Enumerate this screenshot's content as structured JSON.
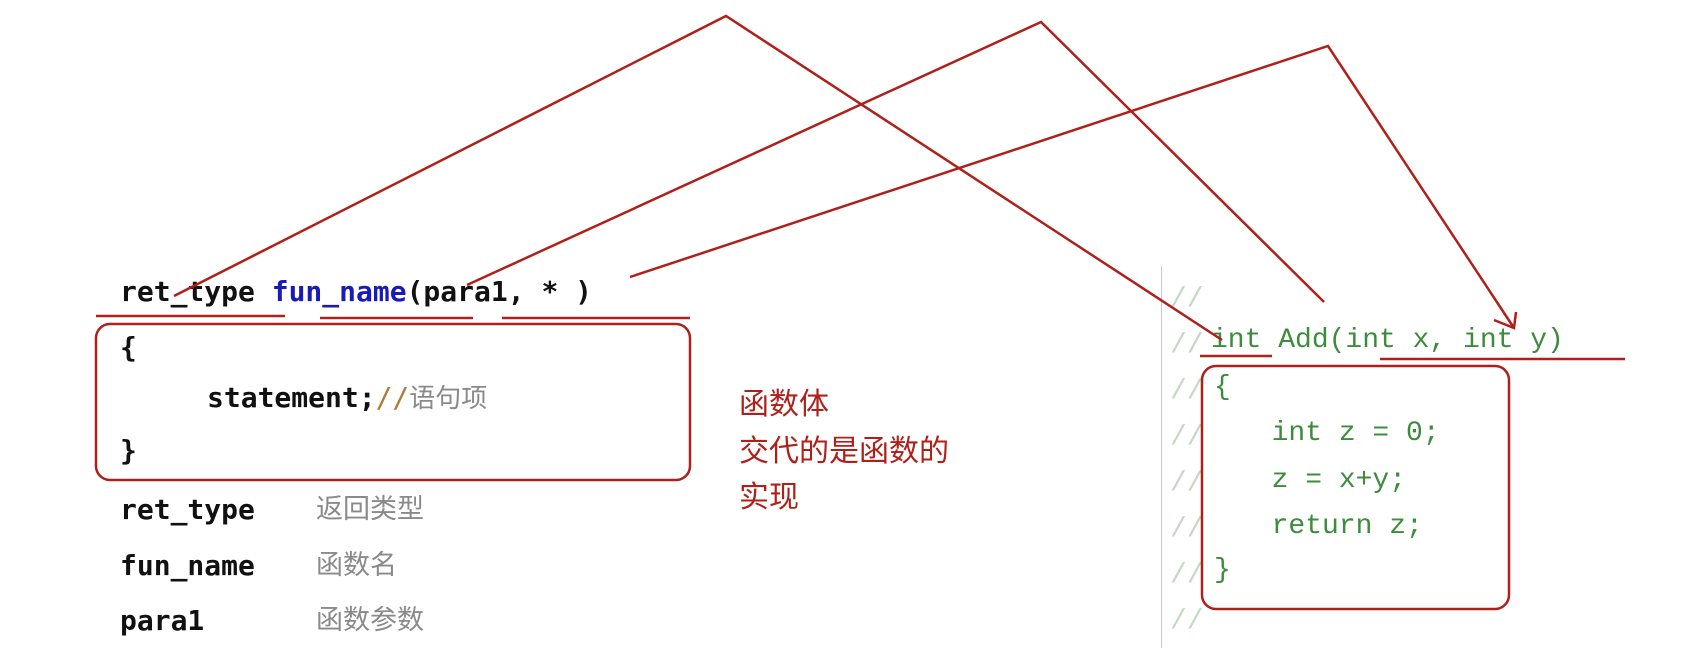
{
  "left": {
    "signature": {
      "ret_type": "ret_type",
      "fun_name": "fun_name",
      "params": "(para1, * )"
    },
    "open_brace": "{",
    "statement": "statement;",
    "comment_slashes": "//",
    "comment_text": "语句项",
    "close_brace": "}",
    "legend": [
      {
        "term": "ret_type",
        "meaning": "返回类型"
      },
      {
        "term": "fun_name",
        "meaning": "函数名"
      },
      {
        "term": "para1",
        "meaning": "函数参数"
      }
    ]
  },
  "note": {
    "line1": "函数体",
    "line2": "交代的是函数的",
    "line3": "实现"
  },
  "right": {
    "comment_prefix": "//",
    "signature": "int Add(int x, int y)",
    "lines": [
      "{",
      "  int z = 0;",
      "  z = x+y;",
      "  return z;",
      "}"
    ]
  },
  "colors": {
    "annotation": "#b0201a",
    "keyword_blue": "#1a1ab8",
    "green_code": "#3c8c3c"
  }
}
